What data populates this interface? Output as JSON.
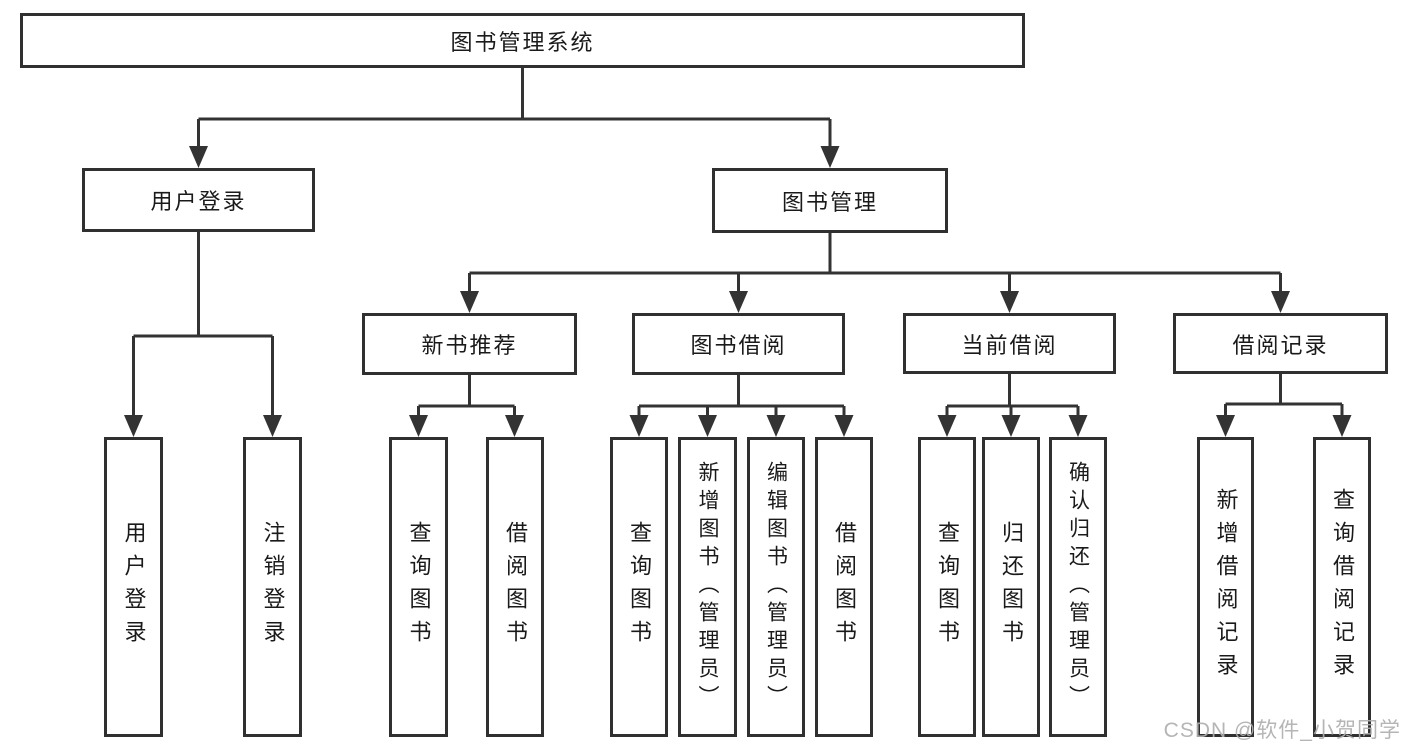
{
  "watermark": "CSDN @软件_小贺同学",
  "colors": {
    "line": "#333333",
    "border": "#303030",
    "text": "#1a1a1a",
    "watermark": "#afafaf",
    "background": "#ffffff"
  },
  "tree": {
    "label": "图书管理系统",
    "children": [
      {
        "label": "用户登录",
        "children": [
          {
            "label": "用户登录"
          },
          {
            "label": "注销登录"
          }
        ]
      },
      {
        "label": "图书管理",
        "children": [
          {
            "label": "新书推荐",
            "children": [
              {
                "label": "查询图书"
              },
              {
                "label": "借阅图书"
              }
            ]
          },
          {
            "label": "图书借阅",
            "children": [
              {
                "label": "查询图书"
              },
              {
                "label": "新增图书（管理员）"
              },
              {
                "label": "编辑图书（管理员）"
              },
              {
                "label": "借阅图书"
              }
            ]
          },
          {
            "label": "当前借阅",
            "children": [
              {
                "label": "查询图书"
              },
              {
                "label": "归还图书"
              },
              {
                "label": "确认归还（管理员）"
              }
            ]
          },
          {
            "label": "借阅记录",
            "children": [
              {
                "label": "新增借阅记录"
              },
              {
                "label": "查询借阅记录"
              }
            ]
          }
        ]
      }
    ]
  }
}
